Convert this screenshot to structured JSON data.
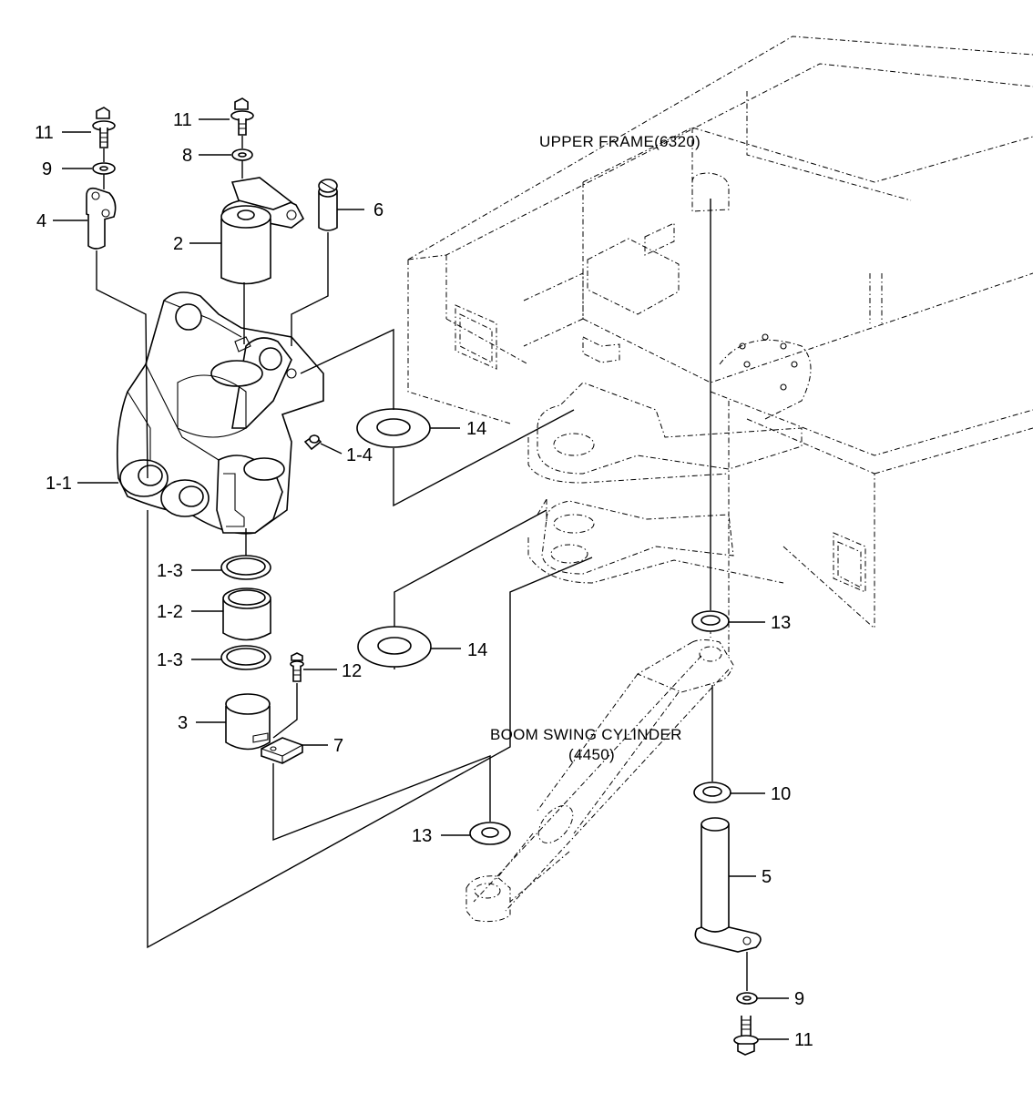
{
  "captions": {
    "upper_frame": "UPPER FRAME(6320)",
    "cylinder_name": "BOOM SWING CYLINDER",
    "cylinder_code": "(4450)"
  },
  "labels": {
    "l11a": "11",
    "l9a": "9",
    "l4": "4",
    "l11b": "11",
    "l8": "8",
    "l2": "2",
    "l6": "6",
    "l1_1": "1-1",
    "l1_4": "1-4",
    "l14a": "14",
    "l1_3a": "1-3",
    "l1_2": "1-2",
    "l1_3b": "1-3",
    "l12": "12",
    "l14b": "14",
    "l3": "3",
    "l7": "7",
    "l13a": "13",
    "l13b": "13",
    "l10": "10",
    "l5": "5",
    "l9b": "9",
    "l11c": "11"
  }
}
